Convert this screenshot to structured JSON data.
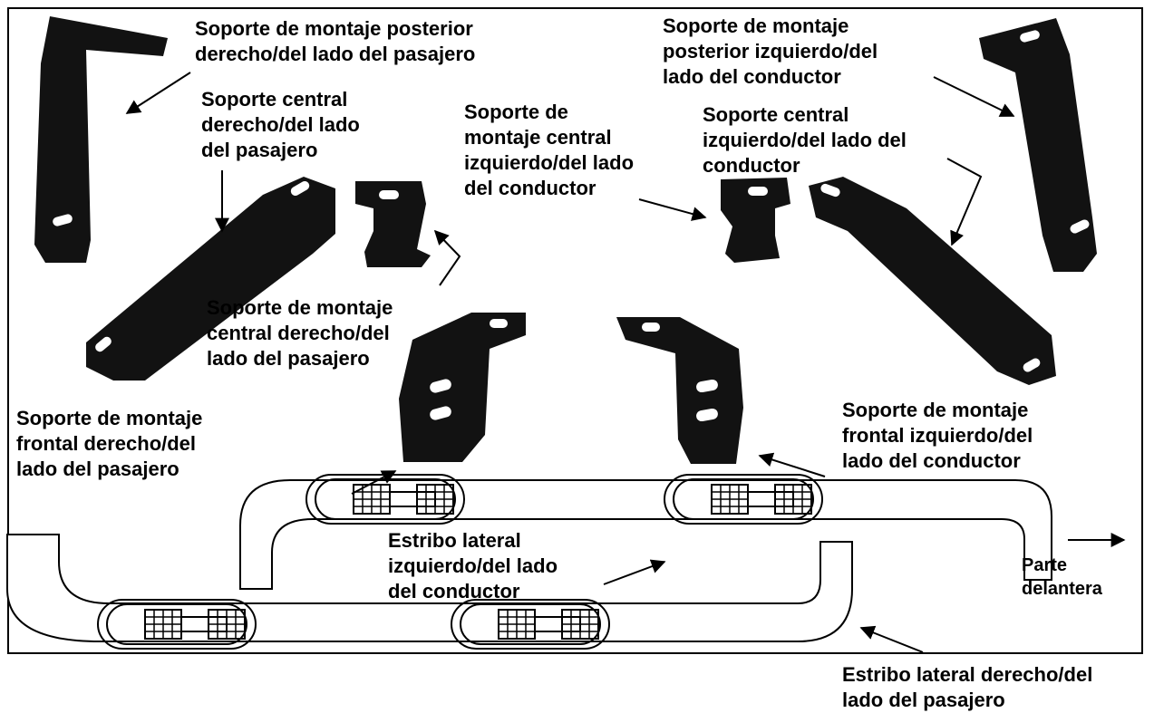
{
  "labels": {
    "rear_right": [
      "Soporte de montaje posterior",
      "derecho/del lado del pasajero"
    ],
    "rear_left": [
      "Soporte de montaje",
      "posterior izquierdo/del",
      "lado del conductor"
    ],
    "center_right": [
      "Soporte central",
      "derecho/del lado",
      "del pasajero"
    ],
    "center_mount_left": [
      "Soporte de",
      "montaje central",
      "izquierdo/del lado",
      "del conductor"
    ],
    "center_left": [
      "Soporte central",
      "izquierdo/del lado del",
      "conductor"
    ],
    "center_mount_right": [
      "Soporte de montaje",
      "central derecho/del",
      "lado del pasajero"
    ],
    "front_right": [
      "Soporte de montaje",
      "frontal derecho/del",
      "lado del pasajero"
    ],
    "front_left": [
      "Soporte de montaje",
      "frontal izquierdo/del",
      "lado del conductor"
    ],
    "step_left": [
      "Estribo lateral",
      "izquierdo/del lado",
      "del conductor"
    ],
    "front_direction": [
      "Parte",
      "delantera"
    ],
    "step_right": [
      "Estribo lateral derecho/del",
      "lado del pasajero"
    ]
  },
  "colors": {
    "part": "#121212",
    "outline": "#000000"
  }
}
